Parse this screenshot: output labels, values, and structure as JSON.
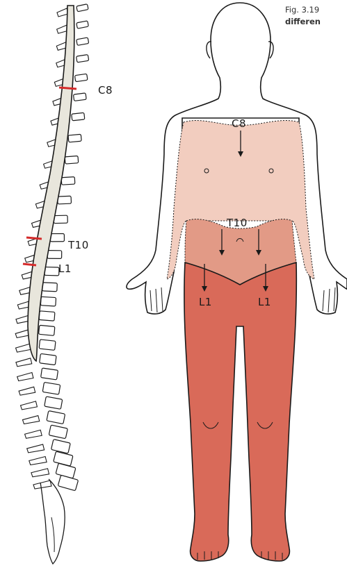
{
  "caption": {
    "line1": "Fig. 3.19",
    "line2": "differen"
  },
  "spine_labels": {
    "c8": "C8",
    "t10": "T10",
    "l1": "L1"
  },
  "body_labels": {
    "c8": "C8",
    "t10": "T10",
    "l1_left": "L1",
    "l1_right": "L1"
  },
  "colors": {
    "zone_c8": "#f2cdbf",
    "zone_t10": "#e29a86",
    "zone_l1": "#d96a59",
    "outline": "#1a1a1a",
    "cord": "#e8e6dc",
    "level_marker": "#d42a2a"
  }
}
